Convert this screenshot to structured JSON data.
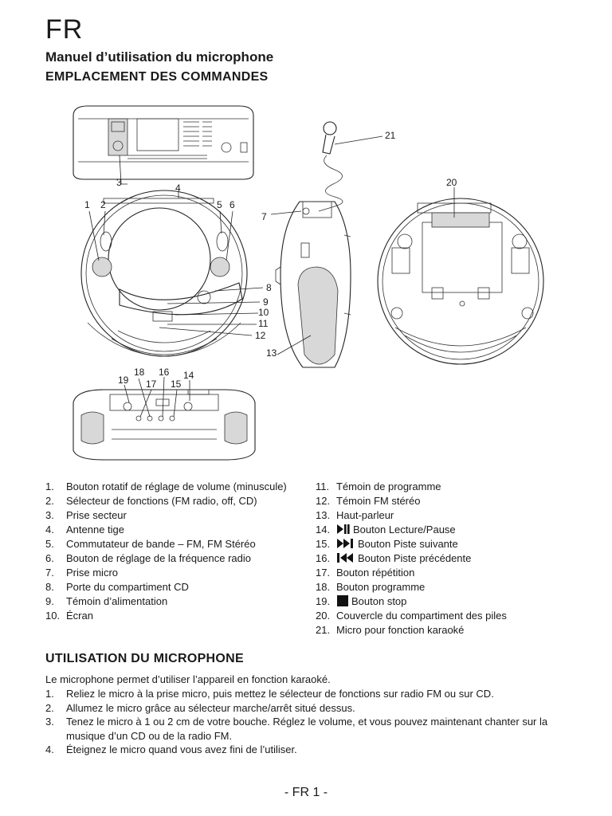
{
  "header": {
    "lang": "FR",
    "manual_title": "Manuel d’utilisation du microphone",
    "section_controls": "EMPLACEMENT DES COMMANDES"
  },
  "diagram": {
    "labels": [
      "1",
      "2",
      "3",
      "4",
      "5",
      "6",
      "7",
      "8",
      "9",
      "10",
      "11",
      "12",
      "13",
      "14",
      "15",
      "16",
      "17",
      "18",
      "19",
      "20",
      "21"
    ]
  },
  "controls": {
    "left": [
      {
        "num": "1.",
        "text": "Bouton rotatif de réglage de volume (minuscule)"
      },
      {
        "num": "2.",
        "text": "Sélecteur de fonctions (FM radio, off, CD)"
      },
      {
        "num": "3.",
        "text": "Prise secteur"
      },
      {
        "num": "4.",
        "text": "Antenne tige"
      },
      {
        "num": "5.",
        "text": "Commutateur de bande – FM, FM Stéréo"
      },
      {
        "num": "6.",
        "text": "Bouton de réglage de la fréquence radio"
      },
      {
        "num": "7.",
        "text": "Prise micro"
      },
      {
        "num": "8.",
        "text": "Porte du compartiment CD"
      },
      {
        "num": "9.",
        "text": "Témoin d’alimentation"
      },
      {
        "num": "10.",
        "text": "Écran"
      }
    ],
    "right": [
      {
        "num": "11.",
        "text": "Témoin de programme"
      },
      {
        "num": "12.",
        "text": "Témoin FM stéréo"
      },
      {
        "num": "13.",
        "text": "Haut-parleur"
      },
      {
        "num": "14.",
        "text": "Bouton Lecture/Pause",
        "icon": "play-pause-icon"
      },
      {
        "num": "15.",
        "text": "Bouton Piste suivante",
        "icon": "next-track-icon"
      },
      {
        "num": "16.",
        "text": "Bouton Piste précédente",
        "icon": "previous-track-icon"
      },
      {
        "num": "17.",
        "text": "Bouton répétition"
      },
      {
        "num": "18.",
        "text": "Bouton programme"
      },
      {
        "num": "19.",
        "text": "Bouton stop",
        "icon": "stop-icon"
      },
      {
        "num": "20.",
        "text": "Couvercle du compartiment des piles"
      },
      {
        "num": "21.",
        "text": "Micro pour fonction karaoké"
      }
    ]
  },
  "usage": {
    "title": "UTILISATION DU MICROPHONE",
    "intro": "Le microphone permet d’utiliser l’appareil en fonction karaoké.",
    "steps": [
      {
        "num": "1.",
        "text": "Reliez le micro à la prise micro, puis mettez le sélecteur de fonctions sur radio FM ou sur CD."
      },
      {
        "num": "2.",
        "text": "Allumez le micro grâce au sélecteur marche/arrêt situé dessus."
      },
      {
        "num": "3.",
        "text": "Tenez le micro à 1 ou 2 cm de votre bouche. Réglez le volume, et vous pouvez maintenant chanter sur la musique d’un CD ou de la radio FM."
      },
      {
        "num": "4.",
        "text": "Éteignez le micro quand vous avez fini de l’utiliser."
      }
    ]
  },
  "footer": {
    "page": "- FR 1 -"
  }
}
